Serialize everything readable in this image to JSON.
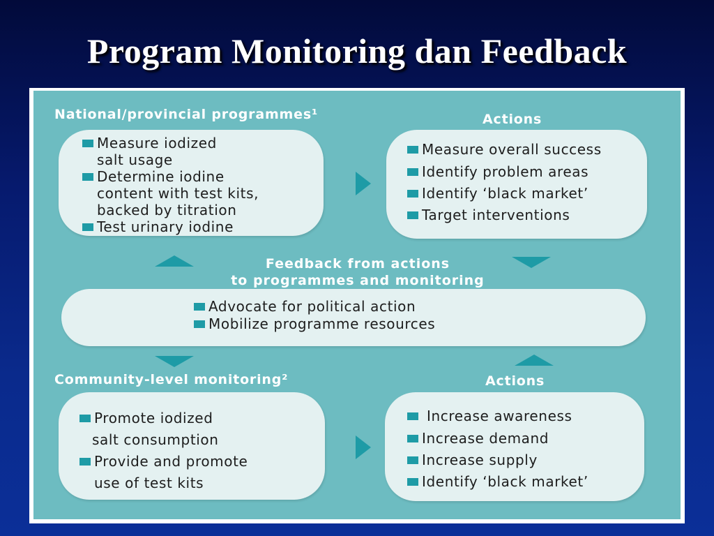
{
  "slide": {
    "title": "Program Monitoring dan Feedback"
  },
  "diagram": {
    "national": {
      "heading": "National/provincial  programmes¹",
      "items": [
        [
          "Measure  iodized",
          "salt usage"
        ],
        [
          "Determine iodine",
          "content with test kits,",
          "backed by titration"
        ],
        [
          "Test urinary iodine"
        ]
      ]
    },
    "actions_top": {
      "heading": "Actions",
      "items": [
        [
          "Measure overall success"
        ],
        [
          "Identify  problem  areas"
        ],
        [
          "Identify ‘black market’"
        ],
        [
          "Target interventions"
        ]
      ]
    },
    "feedback": {
      "line1": "Feedback from actions",
      "line2": "to programmes and monitoring",
      "items": [
        [
          "Advocate for political action"
        ],
        [
          "Mobilize programme resources"
        ]
      ]
    },
    "community": {
      "heading": "Community-level  monitoring²",
      "items": [
        [
          "Promote iodized",
          "salt consumption"
        ],
        [
          "Provide and promote",
          "use of test kits"
        ]
      ]
    },
    "actions_bottom": {
      "heading": "Actions",
      "items": [
        [
          " Increase  awareness"
        ],
        [
          "Increase demand"
        ],
        [
          "Increase supply"
        ],
        [
          "Identify  ‘black market’"
        ]
      ]
    },
    "colors": {
      "panel": "#6dbcc1",
      "box": "#e4f1f1",
      "accent": "#1e9ba6"
    }
  }
}
